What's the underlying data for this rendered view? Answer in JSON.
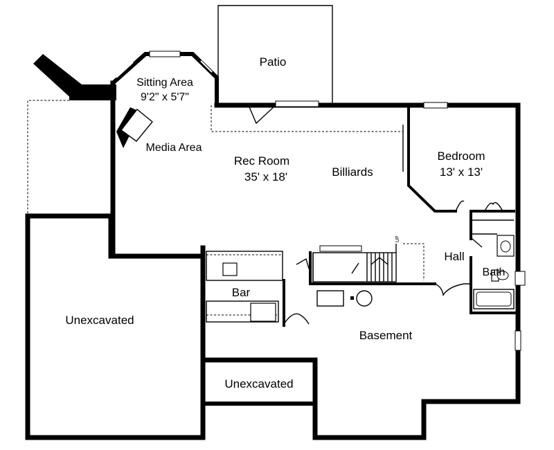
{
  "rooms": {
    "patio": "Patio",
    "sitting_area": "Sitting Area",
    "sitting_area_dims": "9'2\" x 5'7\"",
    "media_area": "Media Area",
    "rec_room": "Rec Room",
    "rec_room_dims": "35' x 18'",
    "billiards": "Billiards",
    "bedroom": "Bedroom",
    "bedroom_dims": "13' x 13'",
    "hall": "Hall",
    "bath": "Bath",
    "bar": "Bar",
    "basement": "Basement",
    "unexcavated_large": "Unexcavated",
    "unexcavated_small": "Unexcavated"
  },
  "stairs": {
    "direction_label": "UP"
  }
}
